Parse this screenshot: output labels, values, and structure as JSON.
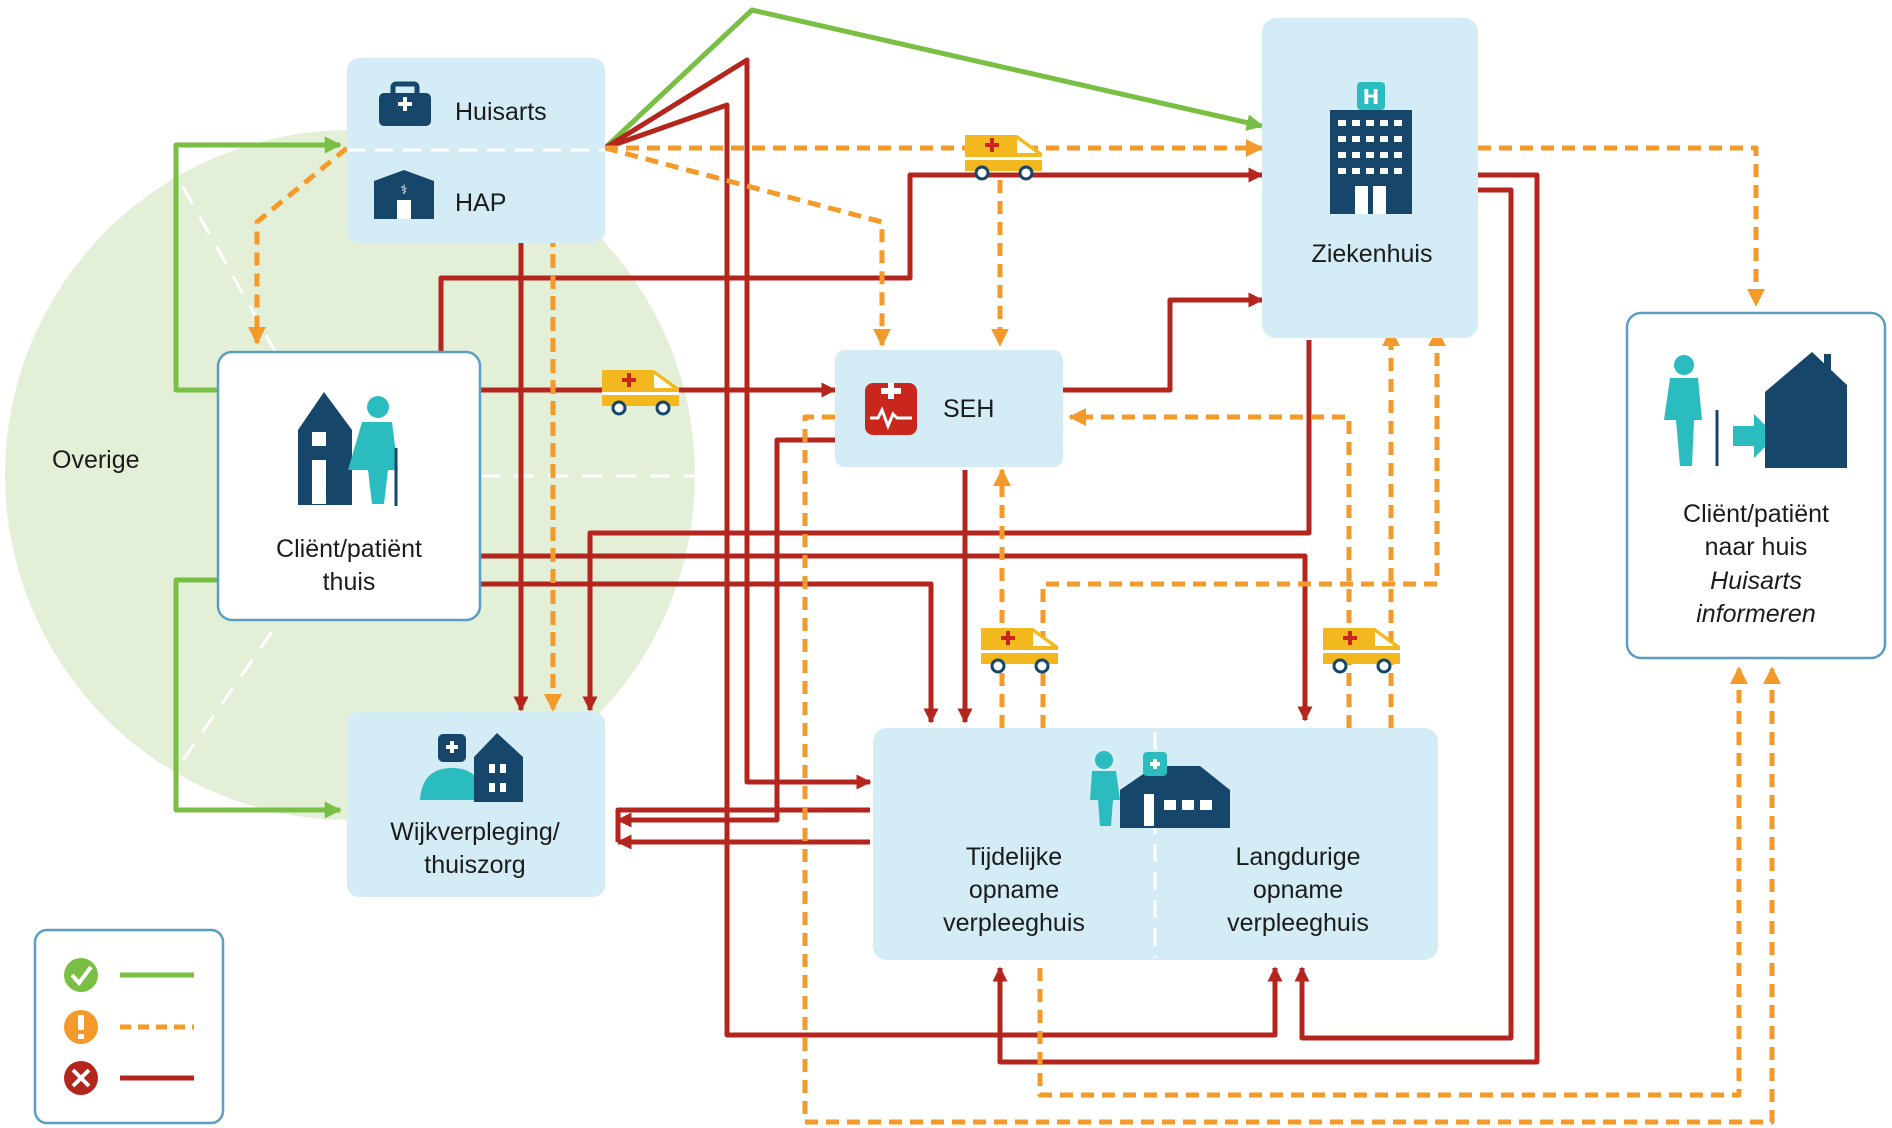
{
  "labels": {
    "overige": "Overige",
    "huisarts": "Huisarts",
    "hap": "HAP",
    "ziekenhuis": "Ziekenhuis",
    "seh": "SEH",
    "client_line1": "Cliënt/patiënt",
    "client_line2": "thuis",
    "wijk_line1": "Wijkverpleging/",
    "wijk_line2": "thuiszorg",
    "tijdelijk_line1": "Tijdelijke",
    "tijdelijk_line2": "opname",
    "tijdelijk_line3": "verpleeghuis",
    "langdurig_line1": "Langdurige",
    "langdurig_line2": "opname",
    "langdurig_line3": "verpleeghuis",
    "naarhuis_line1": "Cliënt/patiënt",
    "naarhuis_line2": "naar huis",
    "naarhuis_line3": "Huisarts",
    "naarhuis_line4": "informeren"
  },
  "legend": {
    "items": [
      {
        "icon": "check-icon",
        "line_style": "solid",
        "color": "#79bf43"
      },
      {
        "icon": "warning-icon",
        "line_style": "dashed",
        "color": "#f39a2a"
      },
      {
        "icon": "cross-icon",
        "line_style": "solid",
        "color": "#b4261d"
      }
    ]
  },
  "colors": {
    "green": "#79bf43",
    "orange": "#f39a2a",
    "red": "#b4261d",
    "box_fill": "#d3ecf5",
    "box_border": "#5b9ec2",
    "navy": "#16476b",
    "teal": "#2bbcc0",
    "ambulance": "#f2b81d",
    "circle": "#e4efd8"
  }
}
